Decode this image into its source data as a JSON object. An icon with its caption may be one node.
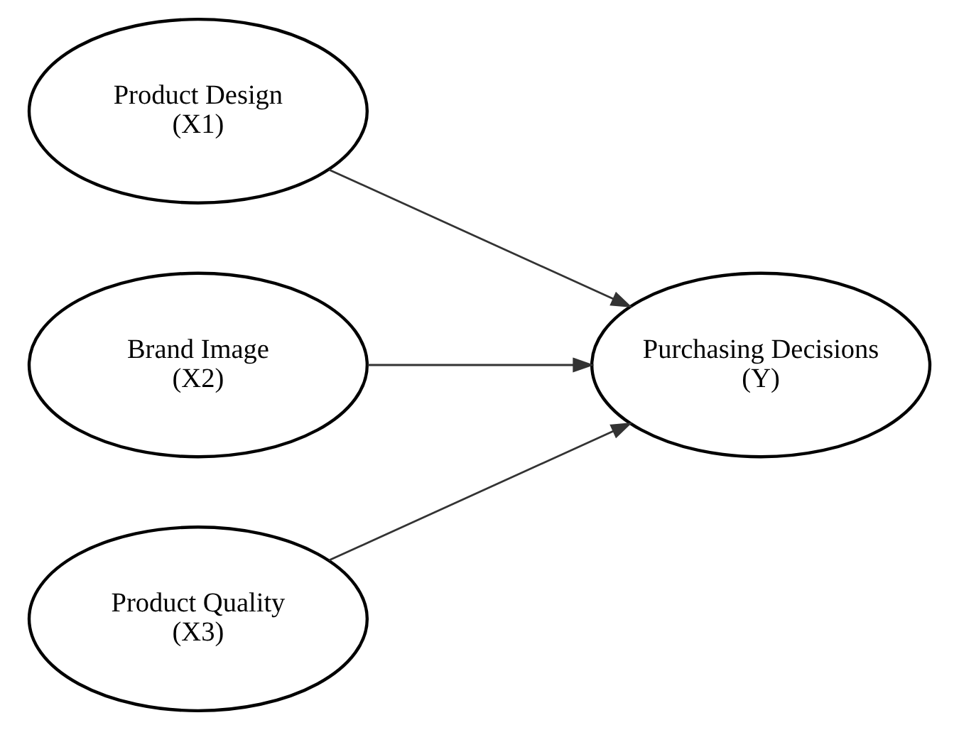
{
  "diagram": {
    "nodes": [
      {
        "text": [
          "Product Design",
          "(X1)"
        ]
      },
      {
        "text": [
          "Brand Image",
          "(X2)"
        ]
      },
      {
        "text": [
          "Product Quality",
          "(X3)"
        ]
      },
      {
        "text": [
          "Purchasing Decisions",
          "(Y)"
        ]
      }
    ],
    "edges": [
      {
        "from": 0,
        "to": 3,
        "arrow": "to"
      },
      {
        "from": 1,
        "to": 3,
        "arrow": "to"
      },
      {
        "from": 2,
        "to": 3,
        "arrow": "to"
      }
    ]
  }
}
